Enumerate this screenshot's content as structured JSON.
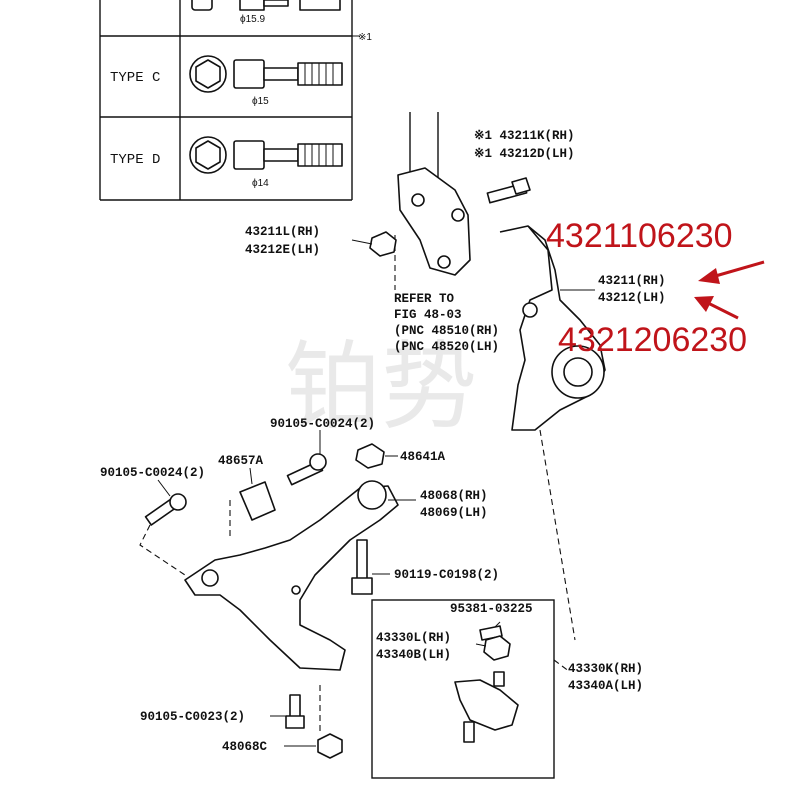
{
  "watermark": "铂势",
  "table": {
    "footnote_mark": "※1",
    "rows": [
      {
        "type": "",
        "diameter": "ϕ15.9"
      },
      {
        "type": "TYPE C",
        "diameter": "ϕ15"
      },
      {
        "type": "TYPE D",
        "diameter": "ϕ14"
      }
    ]
  },
  "labels": {
    "bolt_rh": "※1 43211K(RH)",
    "bolt_lh": "※1 43212D(LH)",
    "nut_rh": "43211L(RH)",
    "nut_lh": "43212E(LH)",
    "refer_1": "REFER TO",
    "refer_2": "FIG 48-03",
    "refer_3": "(PNC 48510(RH)",
    "refer_4": "(PNC 48520(LH)",
    "knuckle_rh": "43211(RH)",
    "knuckle_lh": "43212(LH)",
    "bolt_90105_top": "90105-C0024(2)",
    "bolt_90105_left": "90105-C0024(2)",
    "bracket": "48657A",
    "nut_48641": "48641A",
    "bushing_rh": "48068(RH)",
    "bushing_lh": "48069(LH)",
    "bolt_90119": "90119-C0198(2)",
    "cotter_pin": "95381-03225",
    "nut_ball_rh": "43330L(RH)",
    "nut_ball_lh": "43340B(LH)",
    "ball_joint_rh": "43330K(RH)",
    "ball_joint_lh": "43340A(LH)",
    "bolt_90105_c0023": "90105-C0023(2)",
    "nut_48068c": "48068C"
  },
  "annotations": {
    "part_rh": "4321106230",
    "part_lh": "4321206230",
    "annotation_color": "#c0141a"
  }
}
